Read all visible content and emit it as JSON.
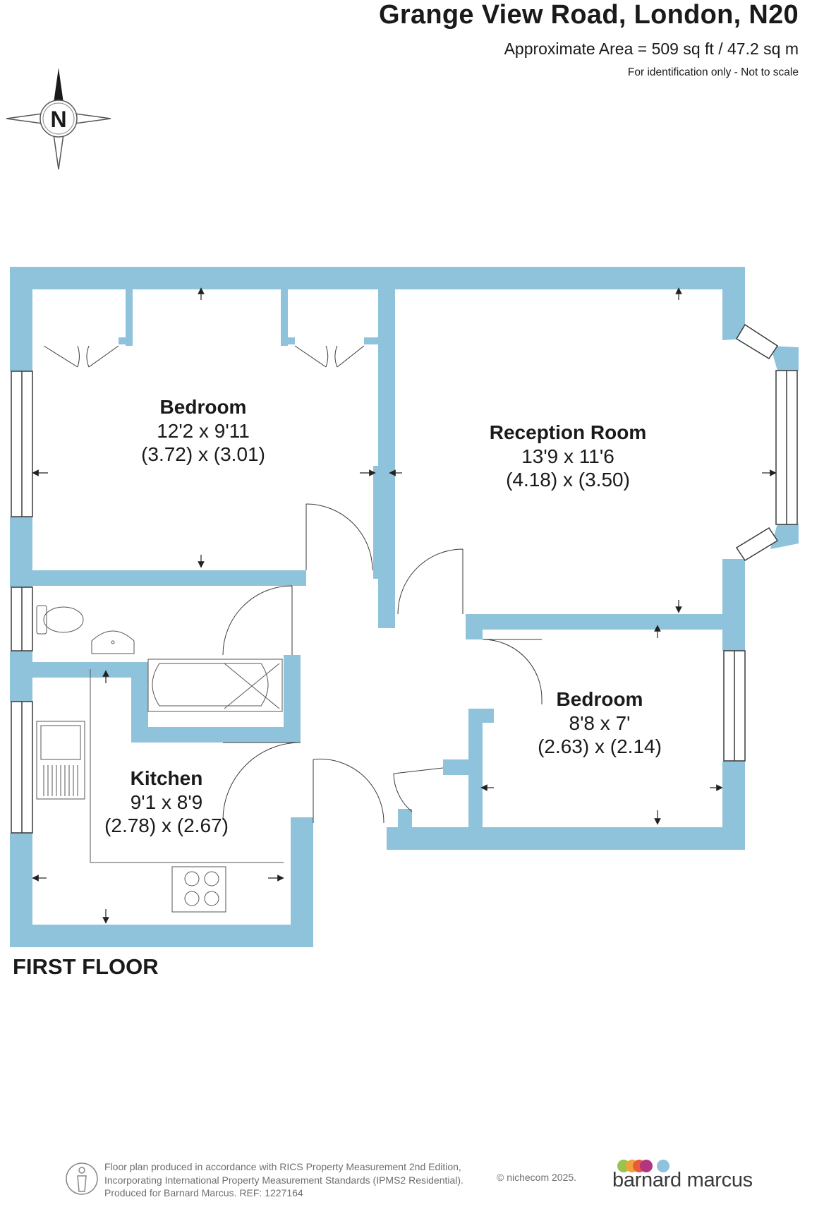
{
  "header": {
    "title": "Grange View Road, London, N20",
    "area": "Approximate Area = 509 sq ft / 47.2 sq m",
    "note": "For identification only - Not to scale"
  },
  "compass": {
    "letter": "N"
  },
  "floor_label": "FIRST FLOOR",
  "rooms": [
    {
      "name": "Bedroom",
      "imperial": "12'2 x 9'11",
      "metric": "(3.72) x (3.01)"
    },
    {
      "name": "Reception Room",
      "imperial": "13'9 x 11'6",
      "metric": "(4.18) x (3.50)"
    },
    {
      "name": "Bedroom",
      "imperial": "8'8 x 7'",
      "metric": "(2.63) x (2.14)"
    },
    {
      "name": "Kitchen",
      "imperial": "9'1 x 8'9",
      "metric": "(2.78) x (2.67)"
    }
  ],
  "footer": {
    "line1": "Floor plan produced in accordance with RICS Property Measurement 2nd Edition,",
    "line2": "Incorporating International Property Measurement Standards (IPMS2 Residential).",
    "line3": "Produced for Barnard Marcus.   REF:  1227164",
    "copyright": "© nichecom 2025.",
    "brand": "barnard marcus"
  },
  "colors": {
    "wall": "#8fc3dc",
    "text": "#1a1a1a",
    "brand_dots": [
      "#9ac24f",
      "#f0a23a",
      "#e85a3c",
      "#b1357f",
      "#8fc3dc"
    ]
  }
}
